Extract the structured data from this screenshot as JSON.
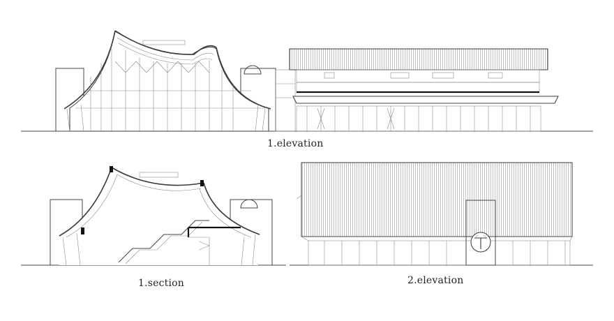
{
  "drawings": [
    {
      "id": "elevation-1",
      "caption": "1.elevation"
    },
    {
      "id": "section-1",
      "caption": "1.section"
    },
    {
      "id": "elevation-2",
      "caption": "2.elevation"
    }
  ],
  "colors": {
    "line": "#3a3a3a",
    "hatch": "#bdbdbd",
    "heavy": "#111111",
    "background": "#ffffff"
  }
}
